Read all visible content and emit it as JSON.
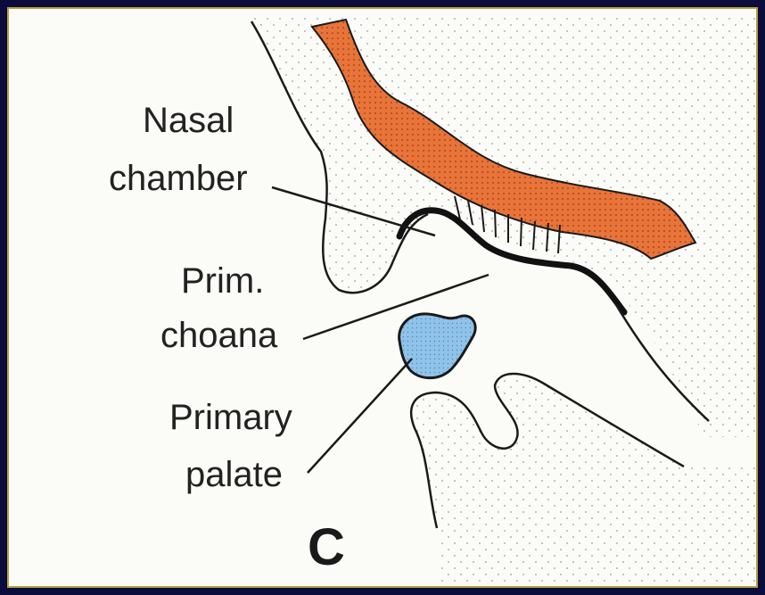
{
  "labels": {
    "nasal_chamber_line1": "Nasal",
    "nasal_chamber_line2": "chamber",
    "prim_choana_line1": "Prim.",
    "prim_choana_line2": "choana",
    "primary_palate_line1": "Primary",
    "primary_palate_line2": "palate"
  },
  "panel_letter": "C",
  "colors": {
    "background_border": "#0b0b3c",
    "panel_border": "#b8a040",
    "bone_orange": "#e8743a",
    "epithelium": "#111111",
    "palate_blue": "#8fc3ea",
    "tissue_stipple": "#9a9a9a"
  }
}
